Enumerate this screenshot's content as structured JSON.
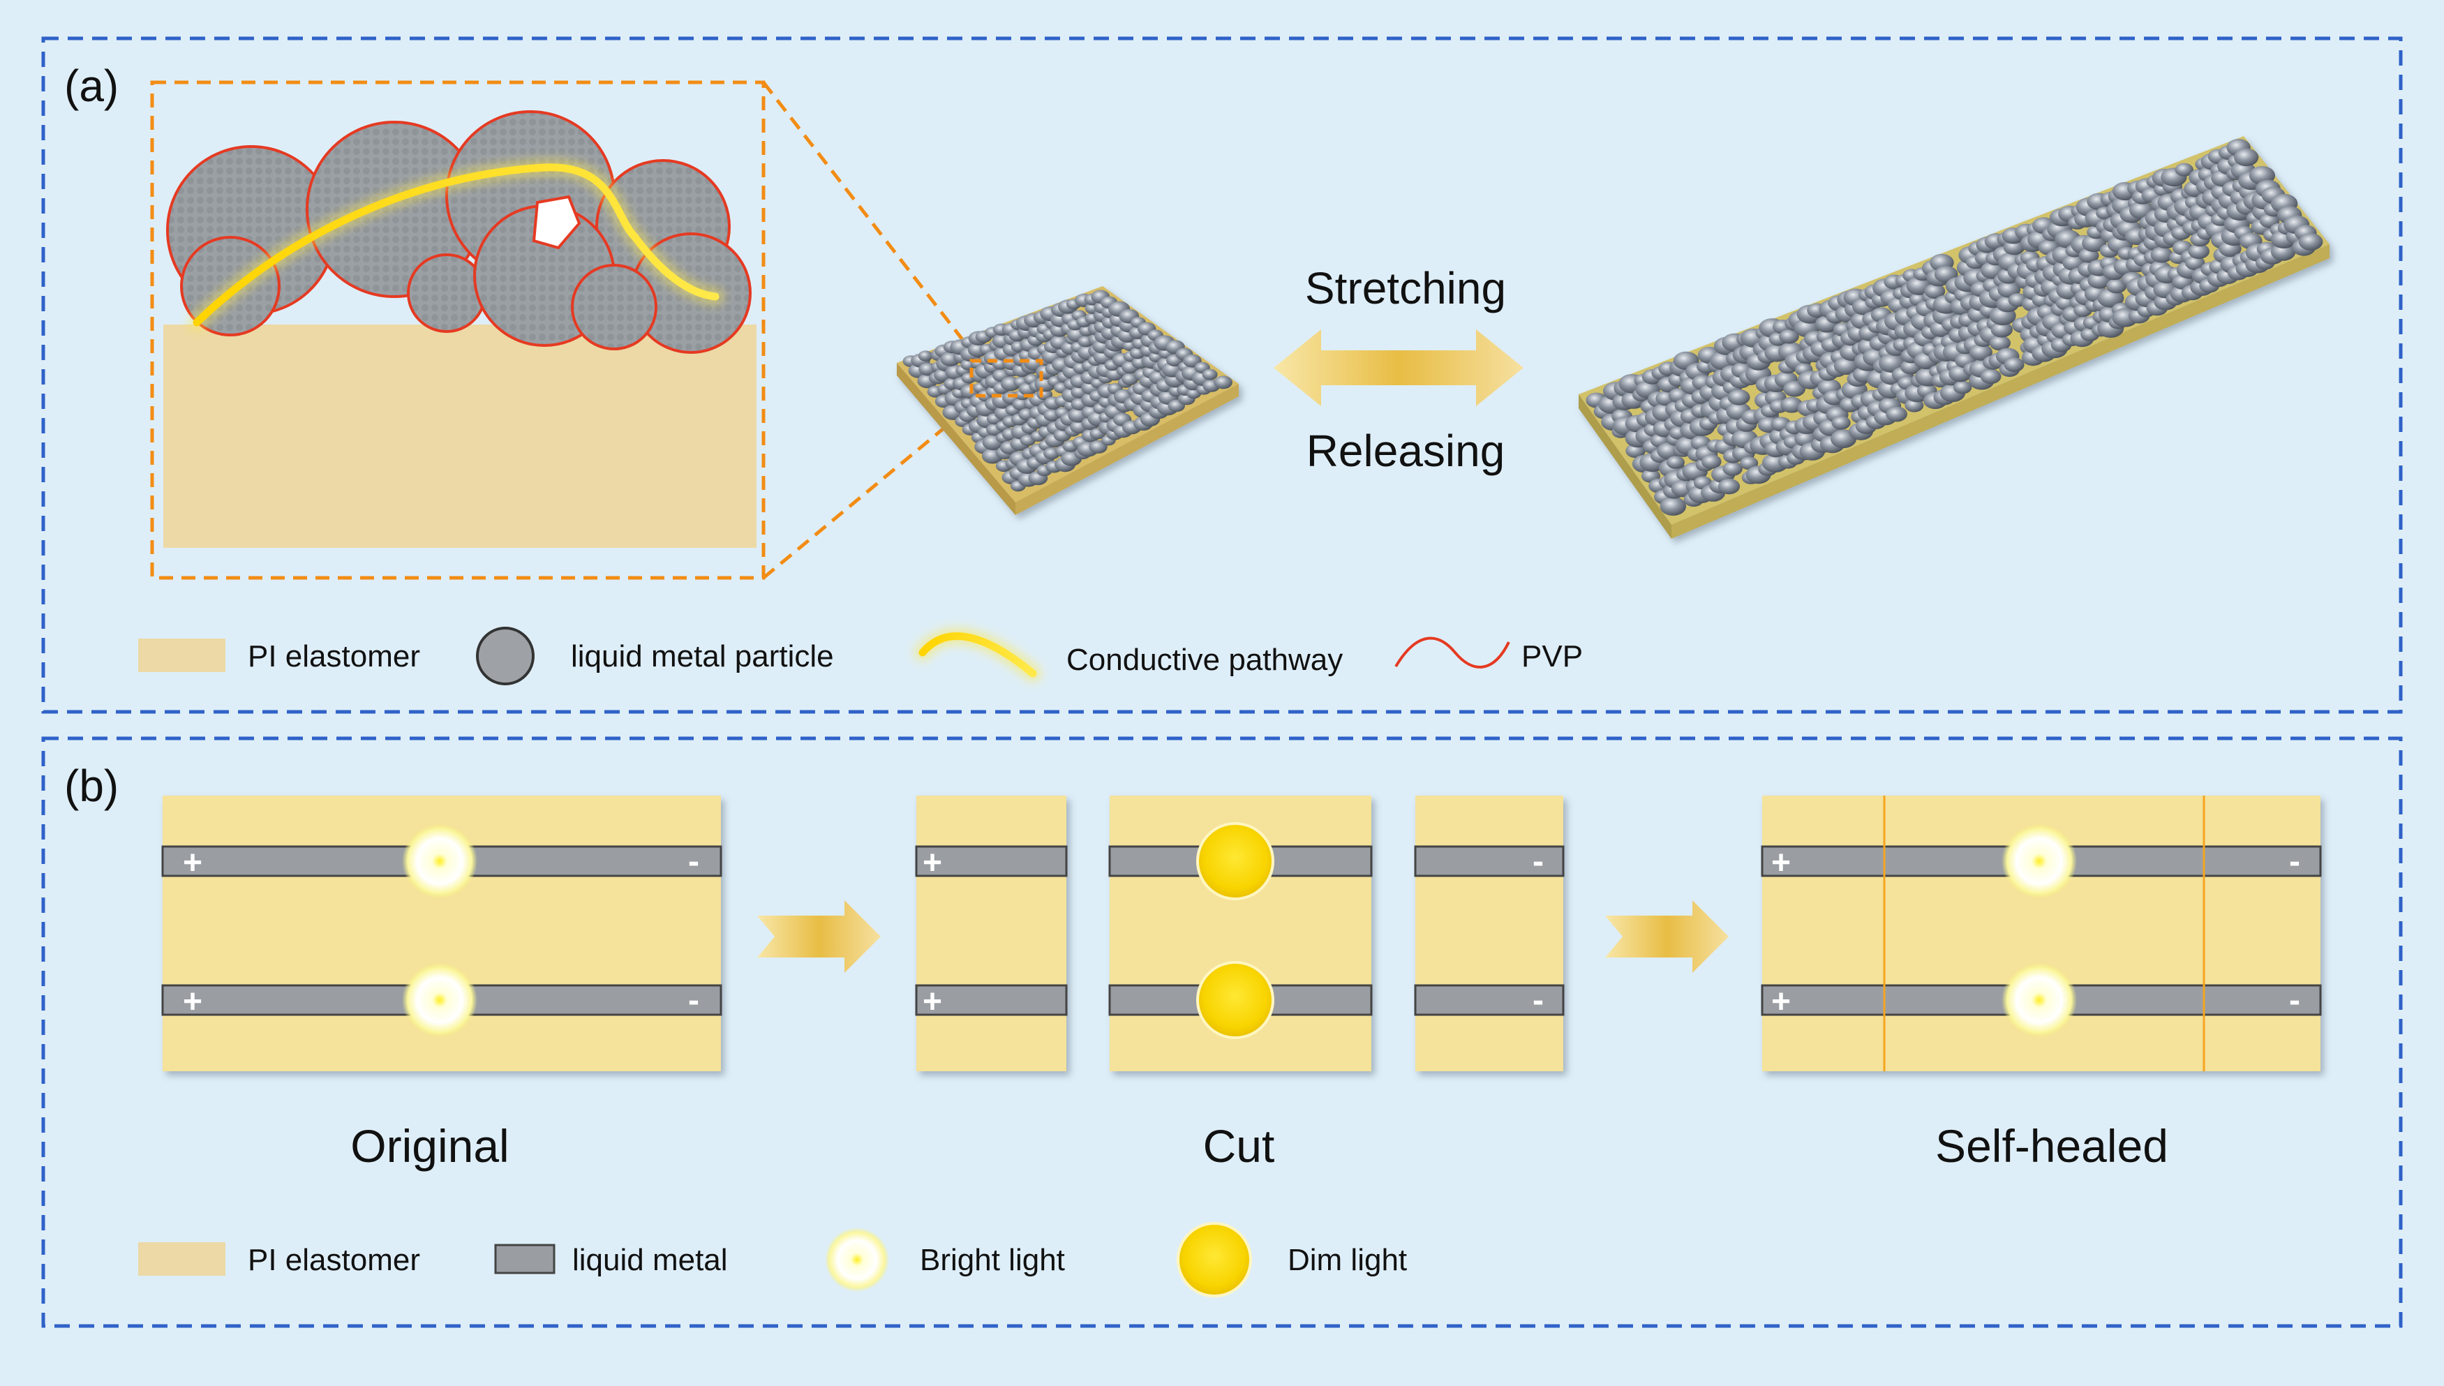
{
  "panel_a": {
    "label": "(a)",
    "arrow_top_text": "Stretching",
    "arrow_bottom_text": "Releasing",
    "legend": {
      "elastomer": "PI elastomer",
      "particle": "liquid metal particle",
      "pathway": "Conductive pathway",
      "pvp": "PVP"
    }
  },
  "panel_b": {
    "label": "(b)",
    "stages": {
      "original": "Original",
      "cut": "Cut",
      "healed": "Self-healed"
    },
    "terminal_plus": "+",
    "terminal_minus": "-",
    "legend": {
      "elastomer": "PI elastomer",
      "metal": "liquid metal",
      "bright": "Bright light",
      "dim": "Dim light"
    }
  },
  "colors": {
    "background": "#deeef8",
    "border_blue": "#2f62c8",
    "elastomer": "#f5e29b",
    "elastomer_dark": "#d8bd66",
    "metal": "#9a9ea3",
    "pvp": "#e53a22",
    "glow": "#ffe21a",
    "zoom_orange": "#f28c14",
    "arrow_gold": "#ecc556"
  }
}
